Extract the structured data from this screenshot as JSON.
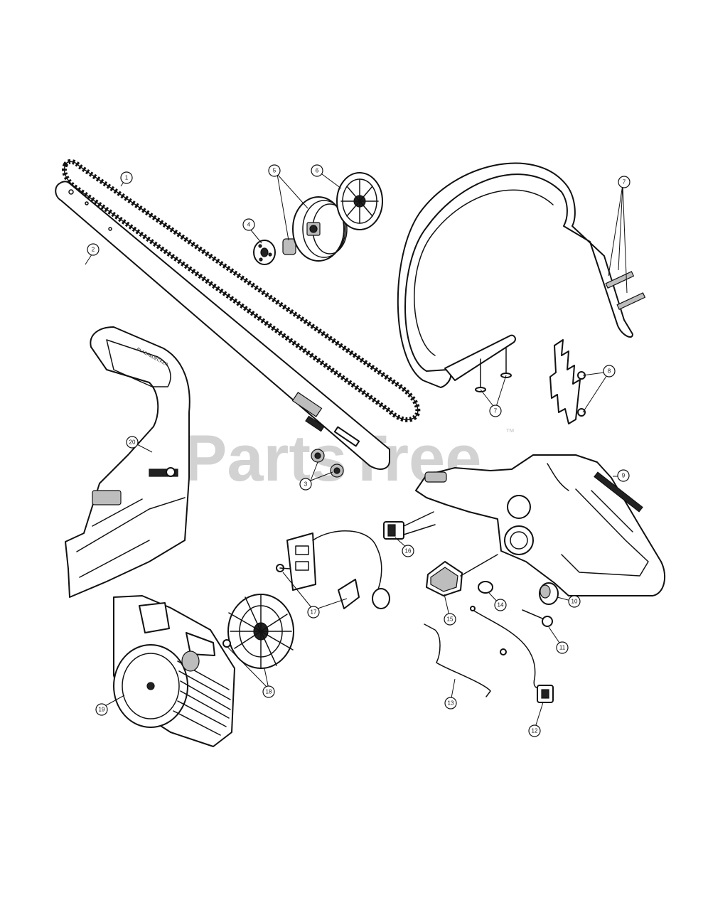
{
  "watermark": {
    "text": "PartsTree",
    "trademark": "™"
  },
  "callouts": [
    "1",
    "2",
    "3",
    "4",
    "5",
    "6",
    "7",
    "7",
    "8",
    "9",
    "10",
    "11",
    "12",
    "13",
    "14",
    "15",
    "16",
    "17",
    "18",
    "19",
    "20"
  ]
}
